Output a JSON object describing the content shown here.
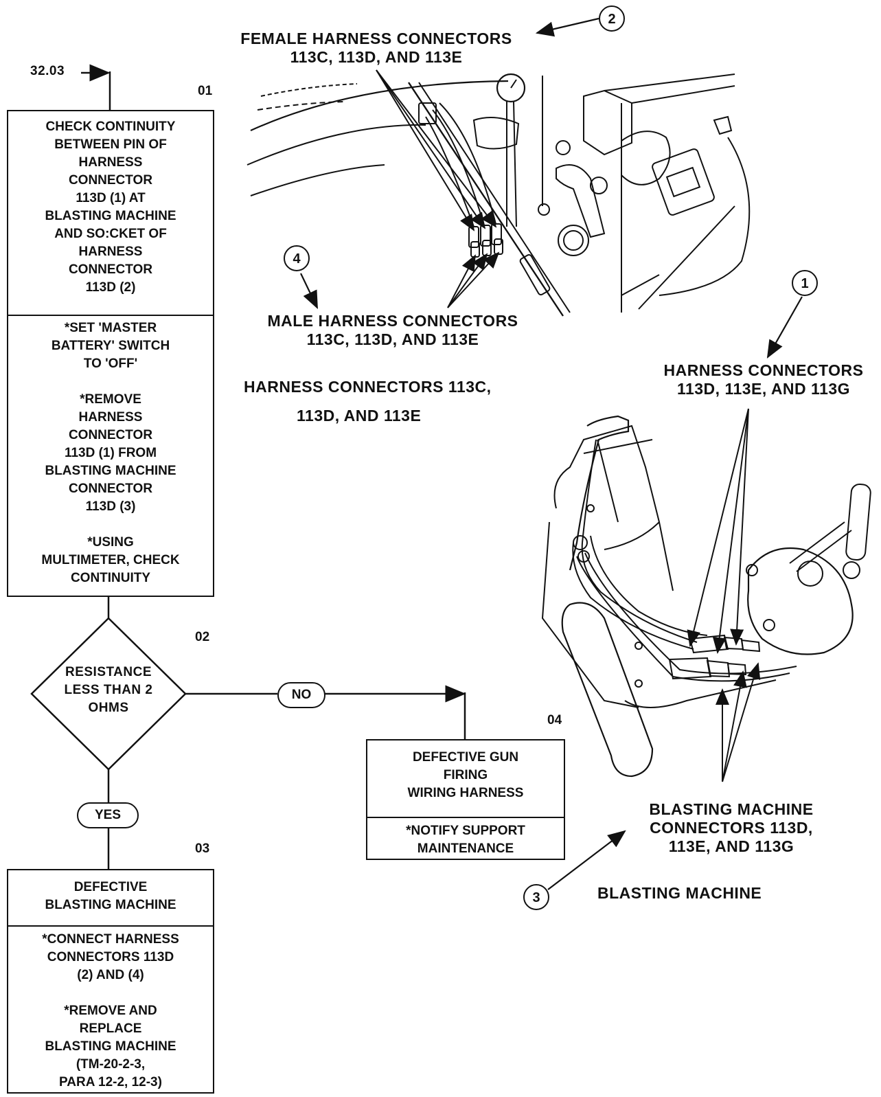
{
  "flowchart": {
    "entry_ref": "32.03",
    "steps": [
      {
        "number": "01",
        "test": "CHECK CONTINUITY\nBETWEEN PIN OF\nHARNESS\nCONNECTOR\n113D (1) AT\nBLASTING MACHINE\nAND SO:CKET OF\nHARNESS\nCONNECTOR\n113D (2)",
        "actions": "*SET 'MASTER\nBATTERY' SWITCH\nTO 'OFF'\n\n*REMOVE\nHARNESS\nCONNECTOR\n113D (1) FROM\nBLASTING MACHINE\nCONNECTOR\n113D (3)\n\n*USING\nMULTIMETER, CHECK\nCONTINUITY"
      },
      {
        "number": "02",
        "decision": "RESISTANCE\nLESS THAN 2\nOHMS",
        "no_label": "NO",
        "yes_label": "YES"
      },
      {
        "number": "03",
        "result": "DEFECTIVE\nBLASTING MACHINE",
        "actions": "*CONNECT HARNESS\nCONNECTORS 113D\n(2) AND (4)\n\n*REMOVE AND\nREPLACE\nBLASTING MACHINE\n(TM-20-2-3,\nPARA 12-2, 12-3)"
      },
      {
        "number": "04",
        "result": "DEFECTIVE GUN\nFIRING\nWIRING HARNESS",
        "actions": "*NOTIFY SUPPORT\nMAINTENANCE"
      }
    ]
  },
  "illustrations": {
    "upper": {
      "female_label": "FEMALE HARNESS CONNECTORS\n113C, 113D, AND 113E",
      "male_label": "MALE HARNESS CONNECTORS\n113C, 113D, AND 113E",
      "caption_line1": "HARNESS CONNECTORS 113C,",
      "caption_line2": "113D, AND 113E",
      "callout_female": "2",
      "callout_male": "4"
    },
    "lower": {
      "harness_label": "HARNESS CONNECTORS\n113D, 113E, AND 113G",
      "machine_label": "BLASTING MACHINE\nCONNECTORS 113D,\n113E, AND 113G",
      "caption": "BLASTING MACHINE",
      "callout_harness": "1",
      "callout_machine": "3"
    }
  }
}
